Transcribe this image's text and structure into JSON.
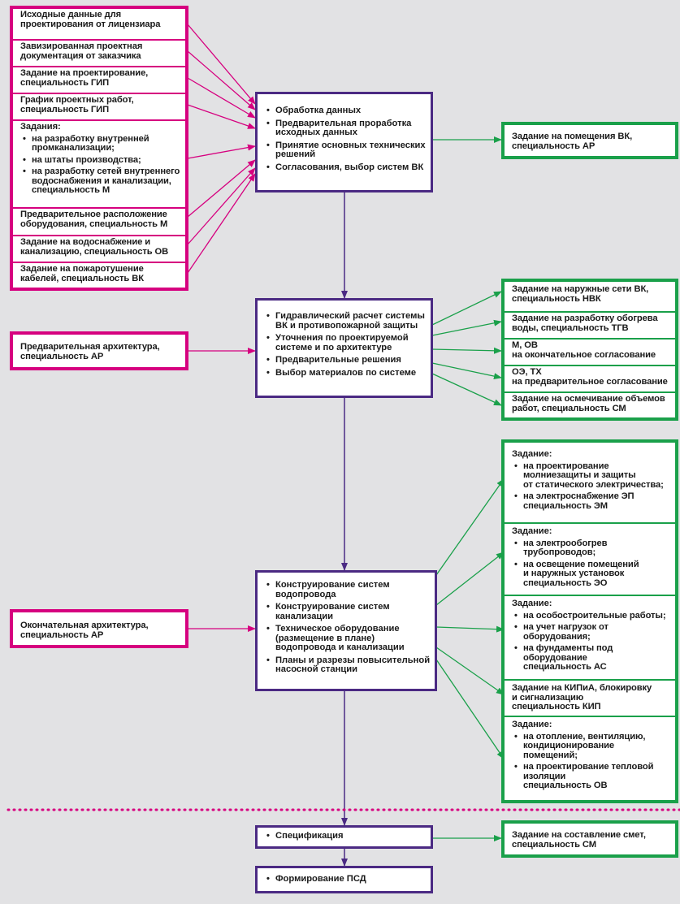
{
  "inputs": {
    "stack1": [
      "Исходные данные для\nпроектирования от лицензиара",
      "Завизированная проектная\nдокументация от заказчика",
      "Задание на проектирование,\nспециальность ГИП",
      "График проектных работ,\nспециальность ГИП"
    ],
    "tasks": {
      "heading": "Задания:",
      "items": [
        "на разработку внутренней\nпромканализации;",
        "на штаты производства;",
        "на разработку сетей внутреннего\nводоснабжения и канализации,\nспециальность М"
      ]
    },
    "stack2": [
      "Предварительное расположение\nоборудования, специальность М",
      "Задание на водоснабжение и\nканализацию, специальность ОВ",
      "Задание на пожаротушение\nкабелей, специальность ВК"
    ],
    "prelim_arch": "Предварительная архитектура,\nспециальность АР",
    "final_arch": "Окончательная архитектура,\nспециальность АР"
  },
  "stages": {
    "stage1": [
      "Обработка данных",
      "Предварительная проработка\nисходных данных",
      "Принятие основных технических\nрешений",
      "Согласования, выбор систем ВК"
    ],
    "stage2": [
      "Гидравлический расчет системы\nВК и противопожарной защиты",
      "Уточнения по проектируемой\nсистеме и по архитектуре",
      "Предварительные решения",
      "Выбор материалов по системе"
    ],
    "stage3": [
      "Конструирование систем\nводопровода",
      "Конструирование систем\nканализации",
      "Техническое оборудование\n(размещение в плане)\nводопровода и канализации",
      "Планы и разрезы повысительной\nнасосной станции"
    ],
    "stage4": [
      "Спецификация"
    ],
    "stage5": [
      "Формирование ПСД"
    ]
  },
  "outputs": {
    "out1": "Задание на помещения ВК,\nспециальность АР",
    "out2": [
      "Задание на наружные сети ВК,\nспециальность НВК",
      "Задание на разработку обогрева\nводы, специальность ТГВ",
      "М, ОВ\nна окончательное согласование",
      "ОЭ, ТХ\nна предварительное согласование",
      "Задание на осмечивание объемов\nработ, специальность СМ"
    ],
    "out3": {
      "g1": {
        "heading": "Задание:",
        "items": [
          "на проектирование\nмолниезащиты и защиты\nот статического электричества;",
          "на электроснабжение ЭП\nспециальность ЭМ"
        ]
      },
      "g2": {
        "heading": "Задание:",
        "items": [
          "на электрообогрев\nтрубопроводов;",
          "на освещение помещений\nи наружных установок\nспециальность ЭО"
        ]
      },
      "g3": {
        "heading": "Задание:",
        "items": [
          "на особостроительные работы;",
          "на учет нагрузок от\nоборудования;",
          "на фундаменты под\nоборудование\nспециальность АС"
        ]
      },
      "g4": "Задание на КИПиА, блокировку\nи сигнализацию\nспециальность КИП",
      "g5": {
        "heading": "Задание:",
        "items": [
          "на отопление, вентиляцию,\nкондиционирование\nпомещений;",
          "на проектирование тепловой\nизоляции\nспециальность ОВ"
        ]
      }
    },
    "out4": "Задание на составление смет,\nспециальность СМ"
  },
  "colors": {
    "input": "#d6007f",
    "output": "#1aa04a",
    "stage": "#4b2a83",
    "background": "#e2e2e4"
  }
}
